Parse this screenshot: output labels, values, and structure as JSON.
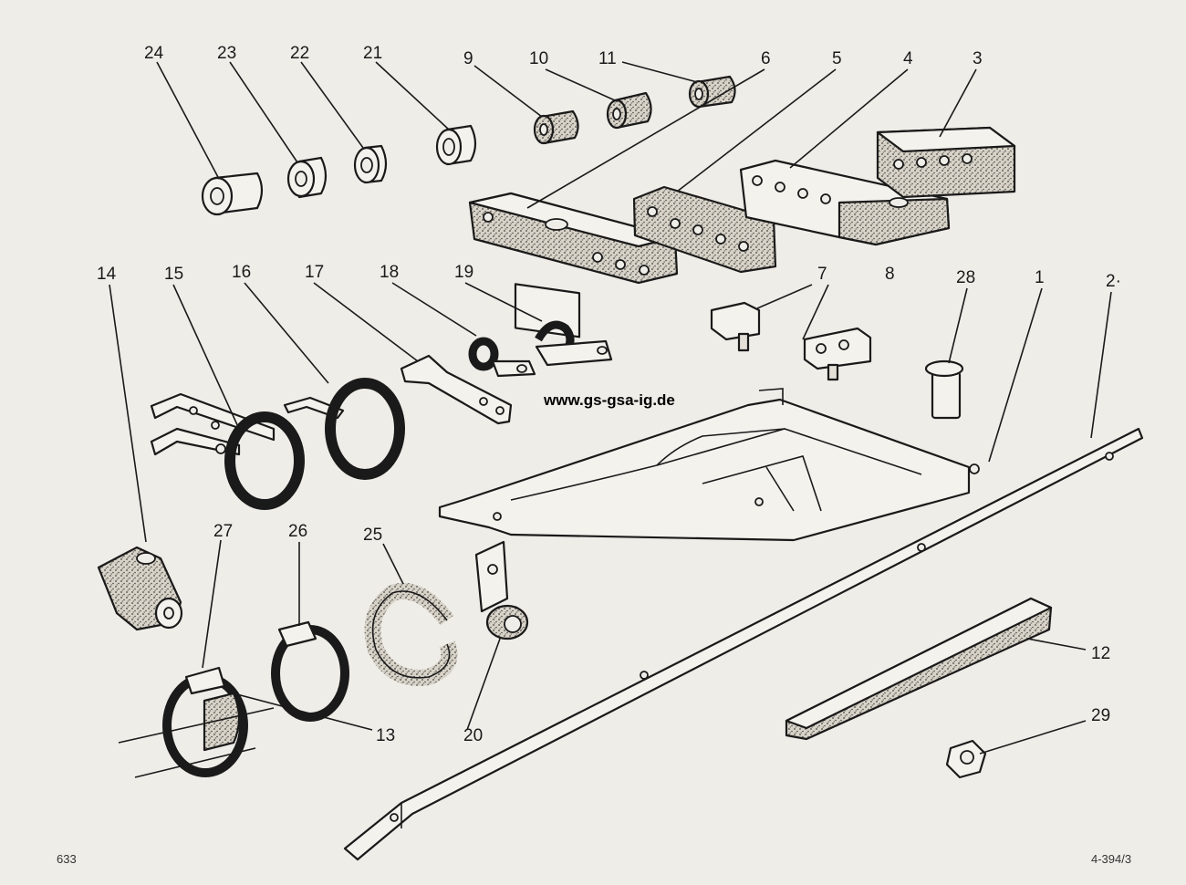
{
  "website": "www.gs-gsa-ig.de",
  "page_number": "633",
  "figure_code": "4-394/3",
  "part_labels": {
    "p1": "1",
    "p2": "2·",
    "p3": "3",
    "p4": "4",
    "p5": "5",
    "p6": "6",
    "p7": "7",
    "p8": "8",
    "p9": "9",
    "p10": "10",
    "p11": "11",
    "p12": "12",
    "p13": "13",
    "p14": "14",
    "p15": "15",
    "p16": "16",
    "p17": "17",
    "p18": "18",
    "p19": "19",
    "p20": "20",
    "p21": "21",
    "p22": "22",
    "p23": "23",
    "p24": "24",
    "p25": "25",
    "p26": "26",
    "p27": "27",
    "p28": "28",
    "p29": "29"
  }
}
